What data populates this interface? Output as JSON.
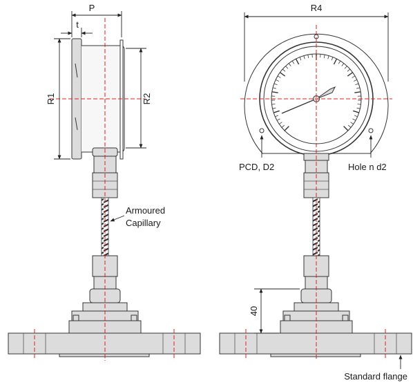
{
  "labels": {
    "p": "P",
    "t": "t",
    "r1": "R1",
    "r2": "R2",
    "r4": "R4",
    "pcd": "PCD, D2",
    "hole": "Hole n d2",
    "armoured": "Armoured",
    "capillary": "Capillary",
    "dim_40": "40",
    "flange": "Standard flange"
  },
  "colors": {
    "centerline": "#e0201c",
    "outline": "#333333",
    "fill": "#dcdcdc"
  }
}
